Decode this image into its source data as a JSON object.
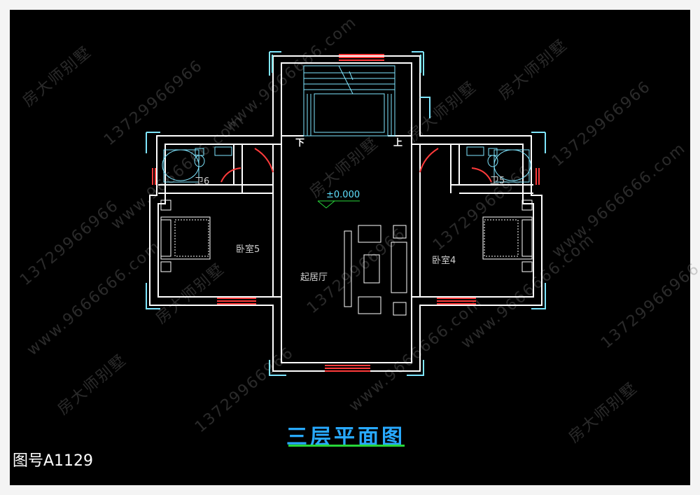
{
  "plan": {
    "title": "三层平面图",
    "drawing_number": "图号A1129",
    "elevation": "±0.000",
    "stair_down": "下",
    "stair_up": "上"
  },
  "rooms": {
    "living": "起居厅",
    "bedroom_left": "卧室5",
    "bedroom_right": "卧室4",
    "bath_left": "卫6",
    "bath_right": "卫5"
  },
  "watermarks": {
    "phone": "13729966966",
    "site": "www.9666666.com",
    "brand": "房大师别墅"
  },
  "colors": {
    "background": "#000000",
    "wall": "#ffffff",
    "window": "#ff3b3b",
    "fixture": "#7fe6ff",
    "title": "#28a9ff",
    "underline": "#27d63a"
  }
}
